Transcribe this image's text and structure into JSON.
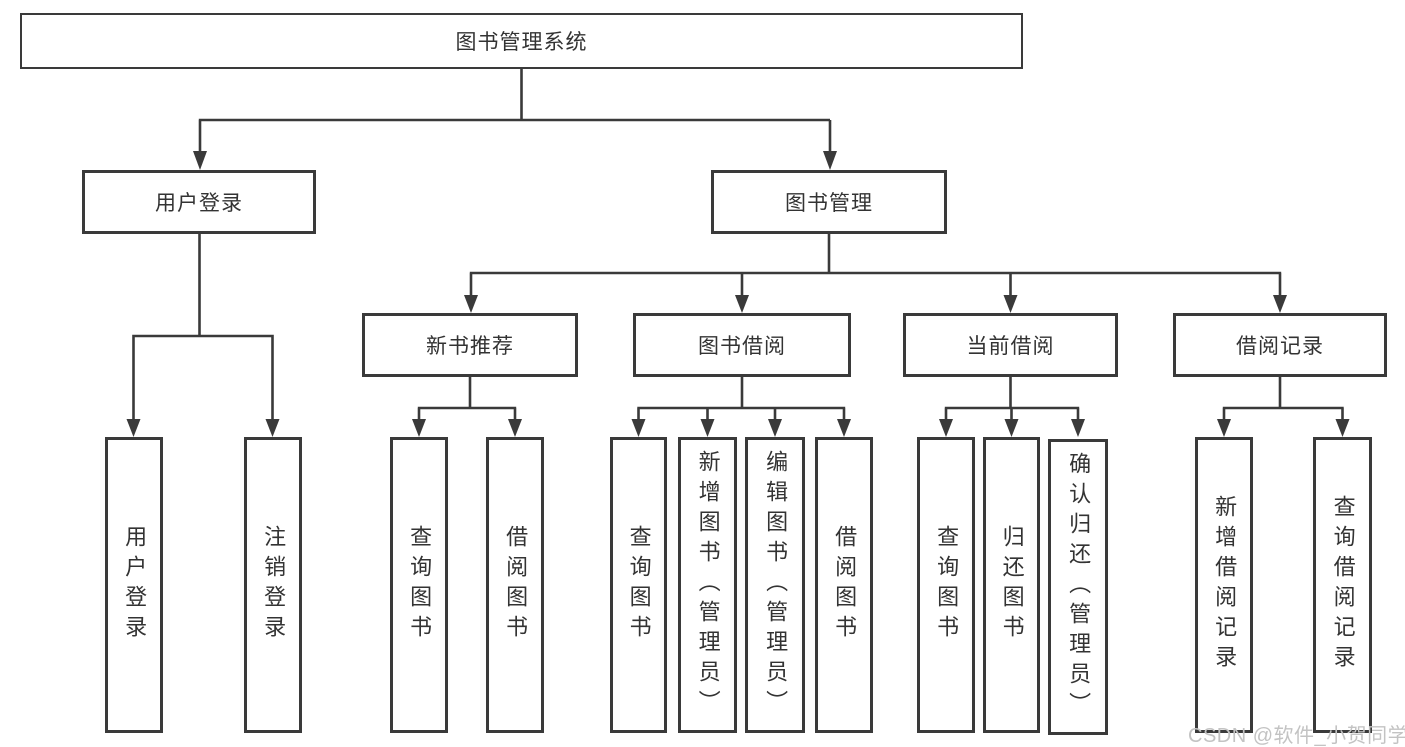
{
  "colors": {
    "line": "#3a3a3a",
    "box_border": "#3a3a3a",
    "text": "#333333",
    "watermark": "#c3c3c3",
    "background": "#ffffff"
  },
  "watermark": {
    "text": "CSDN @软件_小贺同学"
  },
  "tree": {
    "root": {
      "label": "图书管理系统",
      "children": [
        {
          "label": "用户登录",
          "children": [
            {
              "label": "用户登录"
            },
            {
              "label": "注销登录"
            }
          ]
        },
        {
          "label": "图书管理",
          "children": [
            {
              "label": "新书推荐",
              "children": [
                {
                  "label": "查询图书"
                },
                {
                  "label": "借阅图书"
                }
              ]
            },
            {
              "label": "图书借阅",
              "children": [
                {
                  "label": "查询图书"
                },
                {
                  "label": "新增图书（管理员）"
                },
                {
                  "label": "编辑图书（管理员）"
                },
                {
                  "label": "借阅图书"
                }
              ]
            },
            {
              "label": "当前借阅",
              "children": [
                {
                  "label": "查询图书"
                },
                {
                  "label": "归还图书"
                },
                {
                  "label": "确认归还（管理员）"
                }
              ]
            },
            {
              "label": "借阅记录",
              "children": [
                {
                  "label": "新增借阅记录"
                },
                {
                  "label": "查询借阅记录"
                }
              ]
            }
          ]
        }
      ]
    }
  }
}
